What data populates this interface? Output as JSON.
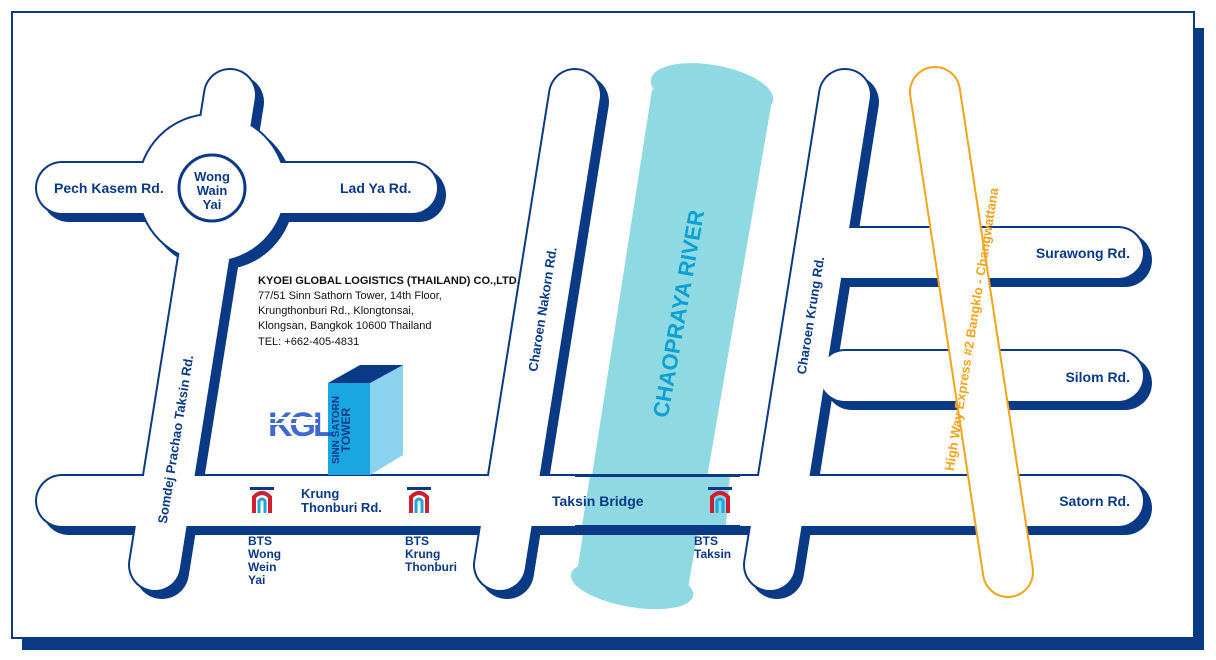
{
  "colors": {
    "road_fill": "#ffffff",
    "road_outline": "#0a3a86",
    "road_shadow": "#0a3a86",
    "river": "#8fd9e2",
    "river_text": "#0ea0d4",
    "highway": "#f5a31a",
    "label": "#0a3a86",
    "building_front": "#1aa6e0",
    "building_side": "#8ad2ee",
    "building_top": "#0a3a86"
  },
  "roads": {
    "pech_kasem": "Pech Kasem Rd.",
    "lad_ya": "Lad Ya Rd.",
    "roundabout": [
      "Wong",
      "Wain",
      "Yai"
    ],
    "somdej": "Somdej Prachao Taksin Rd.",
    "charoen_nakorn": "Charoen Nakorn Rd.",
    "charoen_krung": "Charoen Krung Rd.",
    "surawong": "Surawong Rd.",
    "silom": "Silom Rd.",
    "sator": "Satorn Rd.",
    "krung_thonburi": [
      "Krung",
      "Thonburi Rd."
    ],
    "taksin_bridge": "Taksin Bridge",
    "highway": "High Way Express #2 Bangklo - Changwattana"
  },
  "river": {
    "label": "CHAOPRAYA RIVER"
  },
  "company": {
    "name": "KYOEI GLOBAL LOGISTICS (THAILAND) CO.,LTD.",
    "address": [
      "77/51 Sinn Sathorn Tower, 14th Floor,",
      "Krungthonburi Rd., Klongtonsai,",
      "Klongsan, Bangkok 10600 Thailand",
      "TEL: +662-405-4831"
    ],
    "logo": "KGL",
    "tower": [
      "SINN SATORN",
      "TOWER"
    ]
  },
  "bts": {
    "wong_wein_yai": [
      "BTS",
      "Wong",
      "Wein",
      "Yai"
    ],
    "krung_thonburi": [
      "BTS",
      "Krung",
      "Thonburi"
    ],
    "taksin": [
      "BTS",
      "Taksin"
    ]
  }
}
